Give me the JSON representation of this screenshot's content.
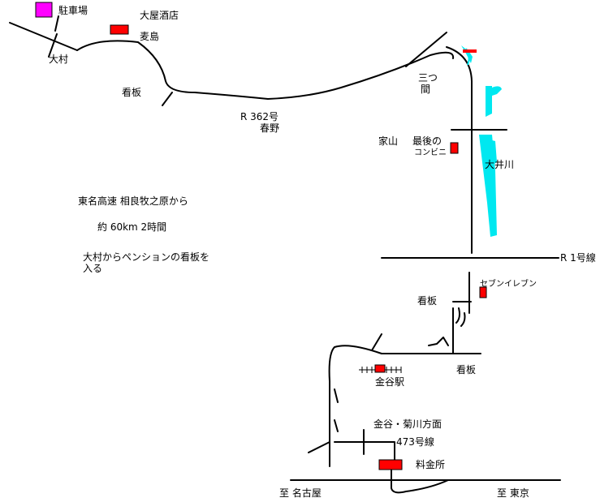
{
  "colors": {
    "road": "#000000",
    "river": "#00e8f0",
    "marker_red": "#ff0000",
    "parking": "#ff00ff"
  },
  "labels": {
    "parking": "駐車場",
    "oya_sakaten": "大屋酒店",
    "mugishima": "麦島",
    "omura": "大村",
    "kanban_1": "看板",
    "route_362": "R 362号",
    "haruno": "春野",
    "mitsuma_1": "三つ",
    "mitsuma_2": "間",
    "ieyama": "家山",
    "last_konbini_1": "最後の",
    "last_konbini_2": "コンビニ",
    "oigawa": "大井川",
    "route_1": "R 1号線",
    "seven_eleven": "セブンイレブン",
    "kanban_2": "看板",
    "kanban_3": "看板",
    "kanaya_station": "金谷駅",
    "kanaya_kikugawa": "金谷・菊川方面",
    "route_473": "473号線",
    "tollgate": "料金所",
    "to_nagoya": "至 名古屋",
    "to_tokyo": "至 東京"
  },
  "notes": {
    "line1": "東名高速 相良牧之原から",
    "line2": "約 60km 2時間",
    "line3": "大村からペンションの看板を",
    "line4": "入る"
  }
}
